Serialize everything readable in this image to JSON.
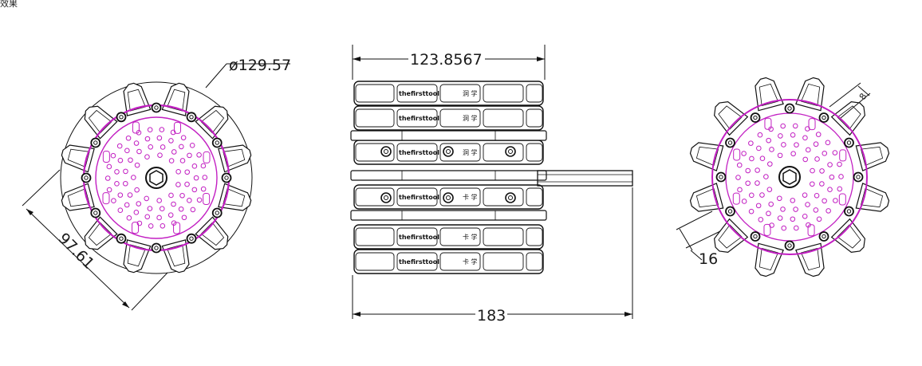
{
  "corner_label": "效果",
  "dimensions": {
    "diameter": "ø129.57",
    "width_top": "123.8567",
    "length_bottom": "183",
    "diagonal_left": "97.61",
    "right_small": "16",
    "right_small_top": "8"
  },
  "labels": {
    "brand": "thefirsttool",
    "hanzi": "洞 学",
    "hanzi_b": "卡 学"
  },
  "colors": {
    "line": "#111111",
    "magenta": "#c21fc2",
    "background": "#ffffff"
  }
}
